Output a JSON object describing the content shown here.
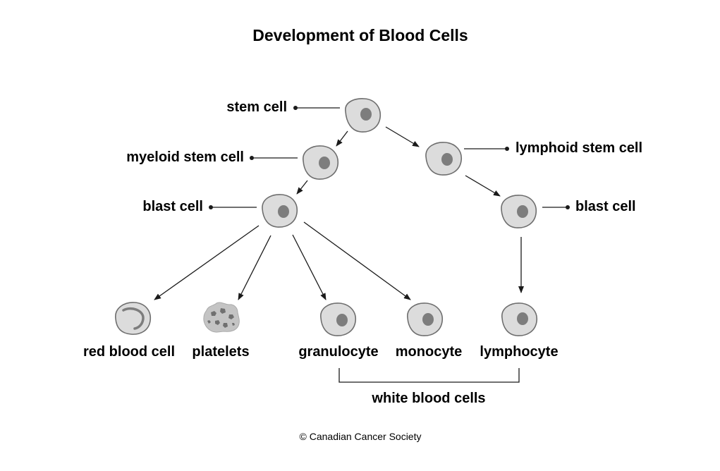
{
  "title": "Development of Blood Cells",
  "labels": {
    "stem_cell": "stem cell",
    "myeloid_stem_cell": "myeloid stem cell",
    "lymphoid_stem_cell": "lymphoid stem cell",
    "blast_cell_left": "blast cell",
    "blast_cell_right": "blast cell",
    "red_blood_cell": "red blood cell",
    "platelets": "platelets",
    "granulocyte": "granulocyte",
    "monocyte": "monocyte",
    "lymphocyte": "lymphocyte",
    "white_blood_cells": "white blood cells"
  },
  "credit": "© Canadian Cancer Society",
  "colors": {
    "cell_fill": "#dcdcdc",
    "cell_outline": "#6e6e6e",
    "nucleus": "#7d7d7d",
    "text": "#1a1a1a"
  }
}
